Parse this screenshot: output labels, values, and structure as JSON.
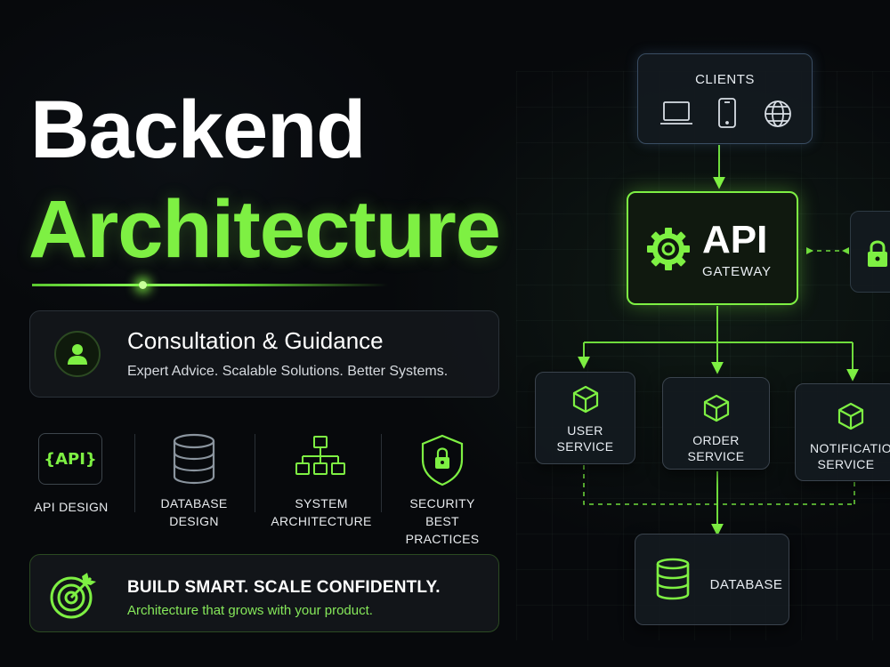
{
  "hero": {
    "title_line1": "Backend",
    "title_line2": "Architecture"
  },
  "consultation": {
    "heading": "Consultation & Guidance",
    "subheading": "Expert Advice. Scalable Solutions. Better Systems.",
    "icon": "user-icon"
  },
  "features": [
    {
      "icon": "api-icon",
      "icon_text": "{API}",
      "label": "API DESIGN"
    },
    {
      "icon": "database-icon",
      "label_line1": "DATABASE",
      "label_line2": "DESIGN"
    },
    {
      "icon": "hierarchy-icon",
      "label_line1": "SYSTEM",
      "label_line2": "ARCHITECTURE"
    },
    {
      "icon": "shield-lock-icon",
      "label_line1": "SECURITY",
      "label_line2": "BEST PRACTICES"
    }
  ],
  "cta": {
    "heading": "BUILD SMART. SCALE CONFIDENTLY.",
    "subheading": "Architecture that grows with your product.",
    "icon": "target-icon"
  },
  "diagram": {
    "clients": {
      "label": "CLIENTS",
      "icons": [
        "laptop-icon",
        "phone-icon",
        "globe-icon"
      ]
    },
    "gateway": {
      "title": "API",
      "subtitle": "GATEWAY",
      "icon": "gear-icon"
    },
    "auth": {
      "icon": "lock-icon"
    },
    "services": [
      {
        "line1": "USER",
        "line2": "SERVICE",
        "icon": "cube-icon"
      },
      {
        "line1": "ORDER",
        "line2": "SERVICE",
        "icon": "cube-icon"
      },
      {
        "line1": "NOTIFICATION",
        "line2": "SERVICE",
        "icon": "cube-icon"
      }
    ],
    "database": {
      "label": "DATABASE",
      "icon": "database-icon"
    }
  },
  "colors": {
    "accent": "#7ef043",
    "background": "#07090c",
    "card_border": "#2a3138",
    "text": "#ffffff"
  }
}
